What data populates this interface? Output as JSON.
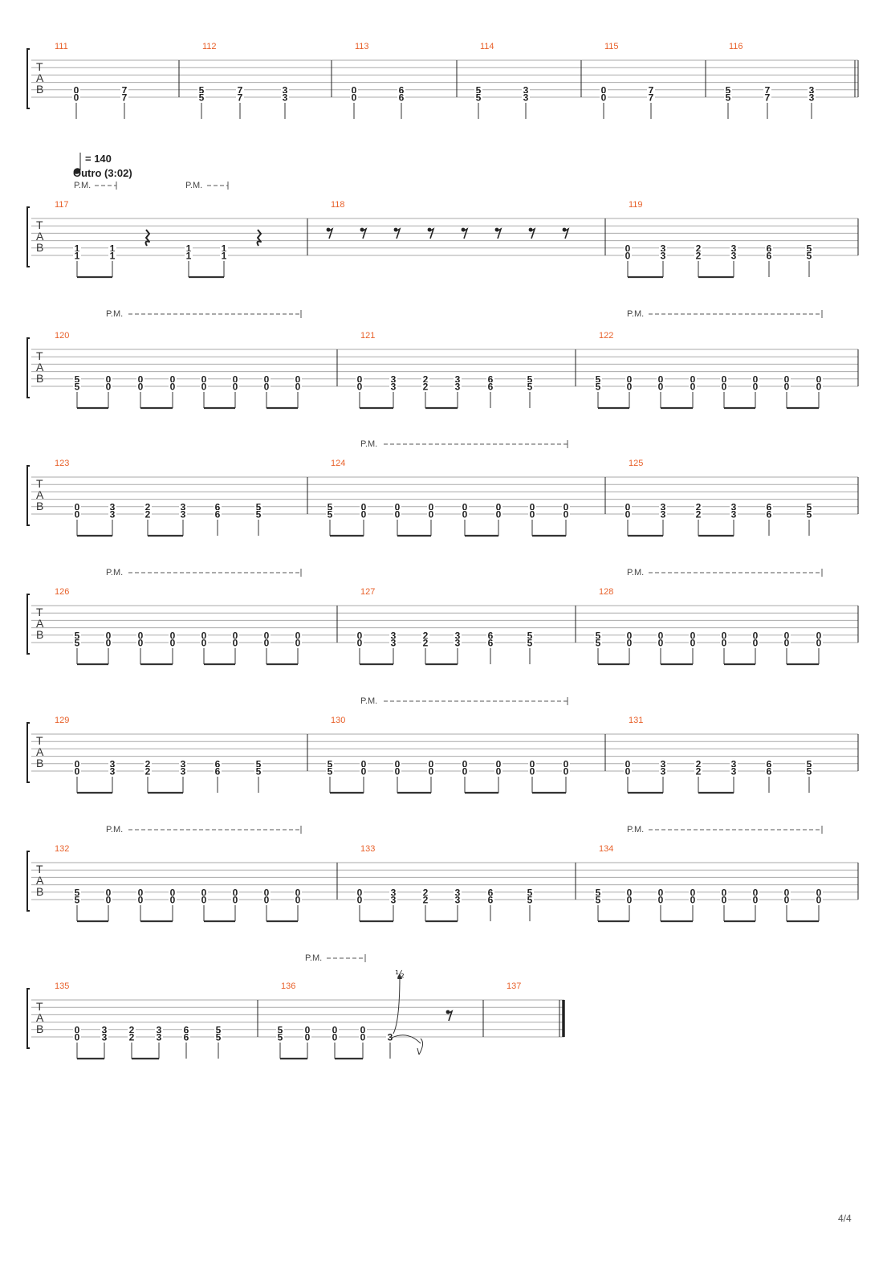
{
  "tempo": {
    "bpm_label": "= 140",
    "section": "Outro (3:02)"
  },
  "palm_mute_label": "P.M.",
  "tab_letters": [
    "T",
    "A",
    "B"
  ],
  "page_number": "4/4",
  "bend_label": "½",
  "colors": {
    "measure_number": "#e8622c",
    "staff_line": "#aaaaaa",
    "notes": "#222222"
  },
  "systems": [
    {
      "measures": [
        {
          "number": "111",
          "notes": [
            [
              "0",
              "0"
            ],
            [
              "7",
              "7"
            ]
          ]
        },
        {
          "number": "112",
          "notes": [
            [
              "5",
              "5"
            ],
            [
              "7",
              "7"
            ],
            [
              "3",
              "3"
            ]
          ]
        },
        {
          "number": "113",
          "notes": [
            [
              "0",
              "0"
            ],
            [
              "6",
              "6"
            ]
          ]
        },
        {
          "number": "114",
          "notes": [
            [
              "5",
              "5"
            ],
            [
              "3",
              "3"
            ]
          ]
        },
        {
          "number": "115",
          "notes": [
            [
              "0",
              "0"
            ],
            [
              "7",
              "7"
            ]
          ]
        },
        {
          "number": "116",
          "notes": [
            [
              "5",
              "5"
            ],
            [
              "7",
              "7"
            ],
            [
              "3",
              "3"
            ]
          ]
        }
      ]
    },
    {
      "measures": [
        {
          "number": "117",
          "notes": [
            [
              "1",
              "1"
            ],
            [
              "1",
              "1"
            ],
            "quarter-rest",
            [
              "1",
              "1"
            ],
            [
              "1",
              "1"
            ],
            "quarter-rest"
          ]
        },
        {
          "number": "118",
          "notes": [
            "eighth-rest",
            "eighth-rest",
            "eighth-rest",
            "eighth-rest",
            "eighth-rest",
            "eighth-rest",
            "eighth-rest",
            "eighth-rest"
          ]
        },
        {
          "number": "119",
          "notes": [
            [
              "0",
              "0"
            ],
            [
              "3",
              "3"
            ],
            [
              "2",
              "2"
            ],
            [
              "3",
              "3"
            ],
            [
              "6",
              "6"
            ],
            [
              "5",
              "5"
            ]
          ]
        }
      ]
    },
    {
      "measures": [
        {
          "number": "120",
          "notes": [
            [
              "5",
              "5"
            ],
            [
              "0",
              "0"
            ],
            [
              "0",
              "0"
            ],
            [
              "0",
              "0"
            ],
            [
              "0",
              "0"
            ],
            [
              "0",
              "0"
            ],
            [
              "0",
              "0"
            ],
            [
              "0",
              "0"
            ]
          ]
        },
        {
          "number": "121",
          "notes": [
            [
              "0",
              "0"
            ],
            [
              "3",
              "3"
            ],
            [
              "2",
              "2"
            ],
            [
              "3",
              "3"
            ],
            [
              "6",
              "6"
            ],
            [
              "5",
              "5"
            ]
          ]
        },
        {
          "number": "122",
          "notes": [
            [
              "5",
              "5"
            ],
            [
              "0",
              "0"
            ],
            [
              "0",
              "0"
            ],
            [
              "0",
              "0"
            ],
            [
              "0",
              "0"
            ],
            [
              "0",
              "0"
            ],
            [
              "0",
              "0"
            ],
            [
              "0",
              "0"
            ]
          ]
        }
      ]
    },
    {
      "measures": [
        {
          "number": "123",
          "notes": [
            [
              "0",
              "0"
            ],
            [
              "3",
              "3"
            ],
            [
              "2",
              "2"
            ],
            [
              "3",
              "3"
            ],
            [
              "6",
              "6"
            ],
            [
              "5",
              "5"
            ]
          ]
        },
        {
          "number": "124",
          "notes": [
            [
              "5",
              "5"
            ],
            [
              "0",
              "0"
            ],
            [
              "0",
              "0"
            ],
            [
              "0",
              "0"
            ],
            [
              "0",
              "0"
            ],
            [
              "0",
              "0"
            ],
            [
              "0",
              "0"
            ],
            [
              "0",
              "0"
            ]
          ]
        },
        {
          "number": "125",
          "notes": [
            [
              "0",
              "0"
            ],
            [
              "3",
              "3"
            ],
            [
              "2",
              "2"
            ],
            [
              "3",
              "3"
            ],
            [
              "6",
              "6"
            ],
            [
              "5",
              "5"
            ]
          ]
        }
      ]
    },
    {
      "measures": [
        {
          "number": "126",
          "notes": [
            [
              "5",
              "5"
            ],
            [
              "0",
              "0"
            ],
            [
              "0",
              "0"
            ],
            [
              "0",
              "0"
            ],
            [
              "0",
              "0"
            ],
            [
              "0",
              "0"
            ],
            [
              "0",
              "0"
            ],
            [
              "0",
              "0"
            ]
          ]
        },
        {
          "number": "127",
          "notes": [
            [
              "0",
              "0"
            ],
            [
              "3",
              "3"
            ],
            [
              "2",
              "2"
            ],
            [
              "3",
              "3"
            ],
            [
              "6",
              "6"
            ],
            [
              "5",
              "5"
            ]
          ]
        },
        {
          "number": "128",
          "notes": [
            [
              "5",
              "5"
            ],
            [
              "0",
              "0"
            ],
            [
              "0",
              "0"
            ],
            [
              "0",
              "0"
            ],
            [
              "0",
              "0"
            ],
            [
              "0",
              "0"
            ],
            [
              "0",
              "0"
            ],
            [
              "0",
              "0"
            ]
          ]
        }
      ]
    },
    {
      "measures": [
        {
          "number": "129",
          "notes": [
            [
              "0",
              "0"
            ],
            [
              "3",
              "3"
            ],
            [
              "2",
              "2"
            ],
            [
              "3",
              "3"
            ],
            [
              "6",
              "6"
            ],
            [
              "5",
              "5"
            ]
          ]
        },
        {
          "number": "130",
          "notes": [
            [
              "5",
              "5"
            ],
            [
              "0",
              "0"
            ],
            [
              "0",
              "0"
            ],
            [
              "0",
              "0"
            ],
            [
              "0",
              "0"
            ],
            [
              "0",
              "0"
            ],
            [
              "0",
              "0"
            ],
            [
              "0",
              "0"
            ]
          ]
        },
        {
          "number": "131",
          "notes": [
            [
              "0",
              "0"
            ],
            [
              "3",
              "3"
            ],
            [
              "2",
              "2"
            ],
            [
              "3",
              "3"
            ],
            [
              "6",
              "6"
            ],
            [
              "5",
              "5"
            ]
          ]
        }
      ]
    },
    {
      "measures": [
        {
          "number": "132",
          "notes": [
            [
              "5",
              "5"
            ],
            [
              "0",
              "0"
            ],
            [
              "0",
              "0"
            ],
            [
              "0",
              "0"
            ],
            [
              "0",
              "0"
            ],
            [
              "0",
              "0"
            ],
            [
              "0",
              "0"
            ],
            [
              "0",
              "0"
            ]
          ]
        },
        {
          "number": "133",
          "notes": [
            [
              "0",
              "0"
            ],
            [
              "3",
              "3"
            ],
            [
              "2",
              "2"
            ],
            [
              "3",
              "3"
            ],
            [
              "6",
              "6"
            ],
            [
              "5",
              "5"
            ]
          ]
        },
        {
          "number": "134",
          "notes": [
            [
              "5",
              "5"
            ],
            [
              "0",
              "0"
            ],
            [
              "0",
              "0"
            ],
            [
              "0",
              "0"
            ],
            [
              "0",
              "0"
            ],
            [
              "0",
              "0"
            ],
            [
              "0",
              "0"
            ],
            [
              "0",
              "0"
            ]
          ]
        }
      ]
    },
    {
      "measures": [
        {
          "number": "135",
          "notes": [
            [
              "0",
              "0"
            ],
            [
              "3",
              "3"
            ],
            [
              "2",
              "2"
            ],
            [
              "3",
              "3"
            ],
            [
              "6",
              "6"
            ],
            [
              "5",
              "5"
            ]
          ]
        },
        {
          "number": "136",
          "notes": [
            [
              "5",
              "5"
            ],
            [
              "0",
              "0"
            ],
            [
              "0",
              "0"
            ],
            [
              "0",
              "0"
            ],
            [
              "3"
            ],
            "eighth-rest"
          ]
        },
        {
          "number": "137",
          "notes": []
        }
      ]
    }
  ]
}
